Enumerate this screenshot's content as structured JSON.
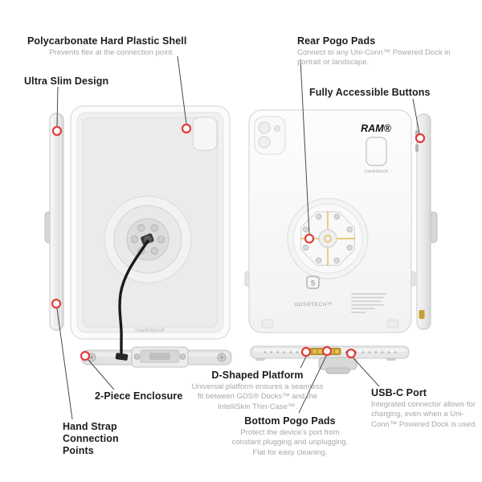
{
  "colors": {
    "marker_red": "#e23c3a",
    "leader_line": "#4a4a4a",
    "gold": "#c79f33"
  },
  "callouts": {
    "shell": {
      "title": "Polycarbonate Hard Plastic Shell",
      "desc": "Prevents flex at the connection point."
    },
    "ultra_slim": {
      "title": "Ultra Slim Design"
    },
    "rear_pogo": {
      "title": "Rear Pogo Pads",
      "desc": "Connect to any Uni-Conn™ Powered Dock in portrait or landscape."
    },
    "buttons": {
      "title": "Fully Accessible Buttons"
    },
    "d_platform": {
      "title": "D-Shaped Platform",
      "desc": "Universal platform ensures a seamless fit between GDS® Docks™ and the IntelliSkin Thin-Case™."
    },
    "two_piece": {
      "title": "2-Piece Enclosure"
    },
    "hand_strap": {
      "title": "Hand Strap Connection Points"
    },
    "bottom_pogo": {
      "title": "Bottom Pogo Pads",
      "desc": "Protect the device's port from constant plugging and unplugging. Flat for easy cleaning."
    },
    "usb_c": {
      "title": "USB-C Port",
      "desc": "Integrated connector allows for charging, even when a Uni-Conn™ Powered Dock is used."
    }
  },
  "device_text": {
    "ram_logo": "RAM®",
    "intelliskin_front": "IntelliSkin®",
    "intelliskin_rear": "IntelliSkin®",
    "gds_tech": "GDS®TECH™",
    "gds_mark": "5"
  }
}
